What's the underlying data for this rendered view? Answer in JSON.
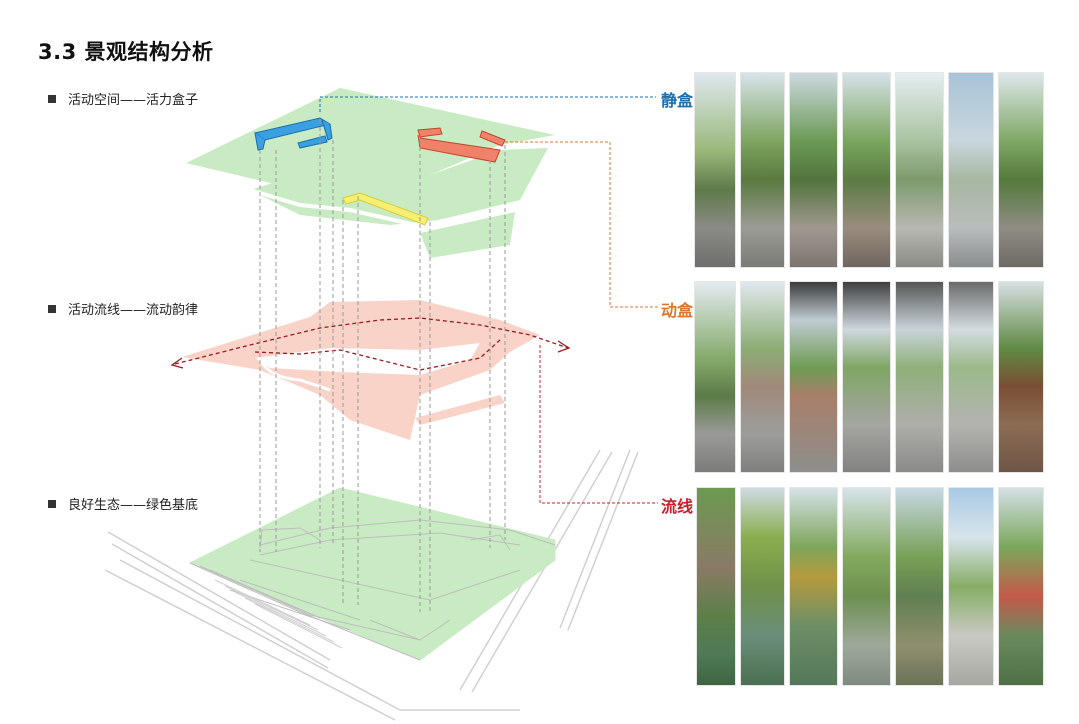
{
  "title": "3.3 景观结构分析",
  "bullets": [
    "活动空间——活力盒子",
    "活动流线——流动韵律",
    "良好生态——绿色基底"
  ],
  "tags": {
    "static": "静盒",
    "dynamic": "动盒",
    "flow": "流线"
  },
  "colors": {
    "static": "#1a6fb0",
    "dynamic": "#e0752d",
    "flow": "#c8202a",
    "green": "#c9ebc3",
    "pink": "#f9d3c8"
  }
}
